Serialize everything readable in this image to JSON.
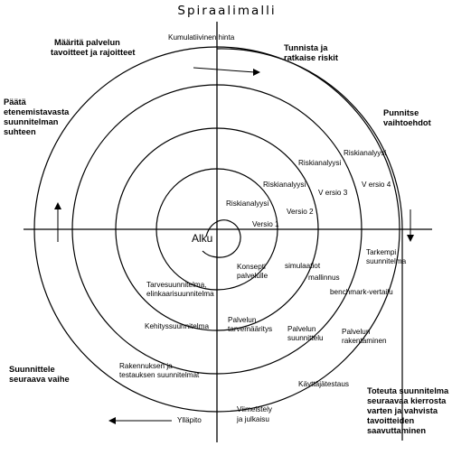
{
  "title": "Spiraalimalli",
  "center_label": "Alku",
  "quadrants": {
    "top_left": [
      "Määritä palvelun",
      "tavoitteet ja rajoitteet"
    ],
    "top_right": [
      "Tunnista ja",
      "ratkaise riskit"
    ],
    "right_upper": [
      "Punnitse",
      "vaihtoehdot"
    ],
    "left_upper": [
      "Päätä",
      "etenemistavasta",
      "suunnitelman",
      "suhteen"
    ],
    "left_lower": [
      "Suunnittele",
      "seuraava vaihe"
    ],
    "bottom_right": [
      "Toteuta suunnitelma",
      "seuraavaa kierrosta",
      "varten ja vahvista",
      "tavoitteiden",
      "saavuttaminen"
    ]
  },
  "labels": {
    "kumulatiivinen": "Kumulatiivinen  hinta",
    "riski1": "Riskianalyysi",
    "riski2": "Riskianalyysi",
    "riski3": "Riskianalyysi",
    "riski4": "Riskianalyysi",
    "versio1": "Versio 1",
    "versio2": "Versio 2",
    "versio3": "V ersio 3",
    "versio4": "V ersio 4",
    "tarkempi": [
      "Tarkempi",
      "suunnitelma"
    ],
    "simulaatiot": "simulaatiot",
    "mallinnus": "mallinnus",
    "benchmark": "benchmark-vertailu",
    "konsepti": [
      "Konsepti",
      "palvelulle"
    ],
    "tarvesuunnitelma": [
      "Tarvesuunnitelma,",
      "elinkaarisuunnitelma"
    ],
    "tarvemaaritys": [
      "Palvelun",
      "tarvemääritys"
    ],
    "kehityssuunnitelma": "Kehityssuunnitelma",
    "suunnittelu": [
      "Palvelun",
      "suunnittelu"
    ],
    "rakentaminen": [
      "Palvelun",
      "rakentaminen"
    ],
    "rakennuksen": [
      "Rakennuksen ja",
      "testauksen suunnitelmat"
    ],
    "kayttajatestaus": "Käyttäjätestaus",
    "viimeistely": [
      "Viimeistely",
      "ja julkaisu"
    ],
    "yllapito": "Ylläpito"
  },
  "arrows": [
    "right",
    "down",
    "left",
    "up"
  ]
}
